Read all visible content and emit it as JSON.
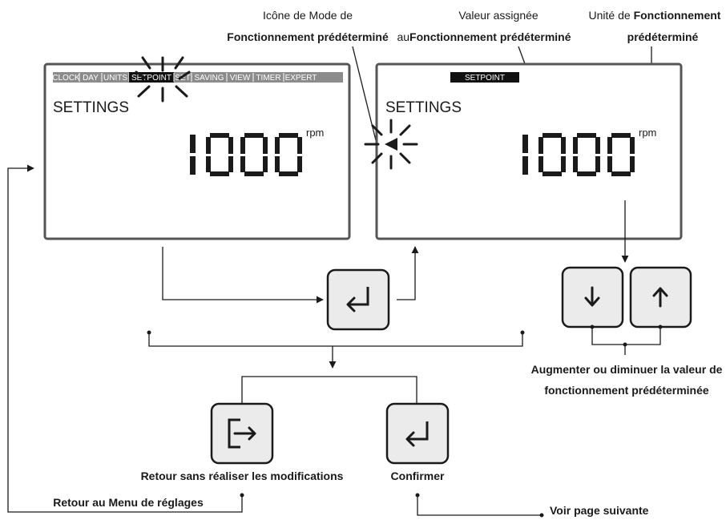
{
  "annotations": {
    "icon_mode_line1": "Icône de Mode de",
    "icon_mode_line2": "Fonctionnement prédéterminé",
    "assigned_value_line1": "Valeur assignée",
    "assigned_value_prefix": "au",
    "assigned_value_line2": "Fonctionnement prédéterminé",
    "unit_prefix": "Unité de ",
    "unit_line1": "Fonctionnement",
    "unit_line2": "prédéterminé"
  },
  "display_left": {
    "menu_tabs": [
      "CLOCK",
      "DAY",
      "UNITS",
      "SETPOINT",
      "SET",
      "SAVING",
      "VIEW",
      "TIMER",
      "EXPERT"
    ],
    "active_tab": "SETPOINT",
    "section_label": "SETTINGS",
    "value": "1000",
    "unit": "rpm"
  },
  "display_right": {
    "mode_tag": "SETPOINT",
    "section_label": "SETTINGS",
    "value": "1000",
    "unit": "rpm"
  },
  "buttons": {
    "enter_middle": "enter-key",
    "down": "arrow-down-key",
    "up": "arrow-up-key",
    "exit": "exit-key",
    "confirm": "enter-key"
  },
  "captions": {
    "adjust_line1": "Augmenter ou diminuer la valeur de",
    "adjust_line2": "fonctionnement prédéterminée",
    "return_no_changes": "Retour sans réaliser les modifications",
    "confirm": "Confirmer",
    "return_menu": "Retour au Menu de réglages",
    "next_page": "Voir page suivante"
  },
  "colors": {
    "line": "#1a1a1a",
    "menu_bar": "#8c8c8c",
    "menu_active": "#111111",
    "key_fill": "#ebebeb"
  }
}
